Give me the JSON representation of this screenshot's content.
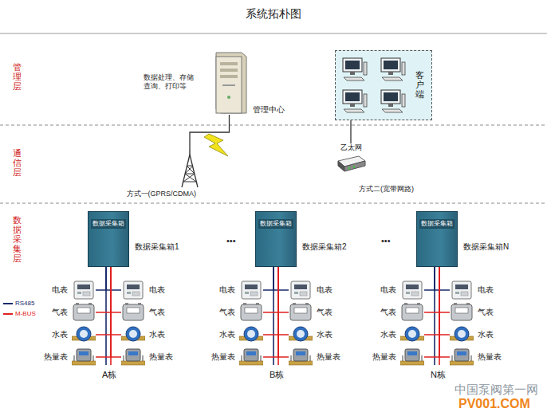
{
  "diagram": {
    "title": "系统拓朴图",
    "nodes": [
      {
        "text": [
          "管理中心"
        ]
      },
      {
        "text": [
          "客户端"
        ]
      },
      {
        "text": [
          "方式一(GPRS/CDMA)"
        ]
      },
      {
        "text": [
          "乙太网",
          "方式二(宽带网路)"
        ]
      },
      {
        "text": [
          "数据采集箱",
          "数据采集箱1"
        ]
      },
      {
        "text": [
          "数据采集箱",
          "数据采集箱2"
        ]
      },
      {
        "text": [
          "数据采集箱",
          "数据采集箱N"
        ]
      },
      {
        "text": [
          "电表"
        ]
      },
      {
        "text": [
          "电表"
        ]
      },
      {
        "text": [
          "气表"
        ]
      },
      {
        "text": [
          "气表"
        ]
      },
      {
        "text": [
          "水表"
        ]
      },
      {
        "text": [
          "水表"
        ]
      },
      {
        "text": [
          "热量表"
        ]
      },
      {
        "text": [
          "热量表"
        ]
      },
      {
        "text": [
          "电表"
        ]
      },
      {
        "text": [
          "电表"
        ]
      },
      {
        "text": [
          "气表"
        ]
      },
      {
        "text": [
          "气表"
        ]
      },
      {
        "text": [
          "水表"
        ]
      },
      {
        "text": [
          "水表"
        ]
      },
      {
        "text": [
          "热量表"
        ]
      },
      {
        "text": [
          "热量表"
        ]
      },
      {
        "text": [
          "电表"
        ]
      },
      {
        "text": [
          "电表"
        ]
      },
      {
        "text": [
          "气表"
        ]
      },
      {
        "text": [
          "气表"
        ]
      },
      {
        "text": [
          "水表"
        ]
      },
      {
        "text": [
          "水表"
        ]
      },
      {
        "text": [
          "热量表"
        ]
      },
      {
        "text": [
          "热量表"
        ]
      }
    ],
    "edges": [
      {
        "from": 2,
        "to": 0,
        "arrow": "none"
      },
      {
        "from": 3,
        "to": 1,
        "arrow": "none"
      },
      {
        "from": 4,
        "to": 7,
        "arrow": "none"
      },
      {
        "from": 4,
        "to": 8,
        "arrow": "none"
      },
      {
        "from": 4,
        "to": 9,
        "arrow": "none"
      },
      {
        "from": 4,
        "to": 10,
        "arrow": "none"
      },
      {
        "from": 4,
        "to": 11,
        "arrow": "none"
      },
      {
        "from": 4,
        "to": 12,
        "arrow": "none"
      },
      {
        "from": 4,
        "to": 13,
        "arrow": "none"
      },
      {
        "from": 4,
        "to": 14,
        "arrow": "none"
      },
      {
        "from": 5,
        "to": 15,
        "arrow": "none"
      },
      {
        "from": 5,
        "to": 16,
        "arrow": "none"
      },
      {
        "from": 5,
        "to": 17,
        "arrow": "none"
      },
      {
        "from": 5,
        "to": 18,
        "arrow": "none"
      },
      {
        "from": 5,
        "to": 19,
        "arrow": "none"
      },
      {
        "from": 5,
        "to": 20,
        "arrow": "none"
      },
      {
        "from": 5,
        "to": 21,
        "arrow": "none"
      },
      {
        "from": 5,
        "to": 22,
        "arrow": "none"
      },
      {
        "from": 6,
        "to": 23,
        "arrow": "none"
      },
      {
        "from": 6,
        "to": 24,
        "arrow": "none"
      },
      {
        "from": 6,
        "to": 25,
        "arrow": "none"
      },
      {
        "from": 6,
        "to": 26,
        "arrow": "none"
      },
      {
        "from": 6,
        "to": 27,
        "arrow": "none"
      },
      {
        "from": 6,
        "to": 28,
        "arrow": "none"
      },
      {
        "from": 6,
        "to": 29,
        "arrow": "none"
      },
      {
        "from": 6,
        "to": 30,
        "arrow": "none"
      }
    ],
    "labels": [
      "管理层",
      "通信层",
      "数据采集层",
      "数据处理、存储 查询、打印等",
      "•••",
      "•••",
      "A栋",
      "B栋",
      "N栋",
      "中国泵阀第一网",
      "PV001.COM"
    ],
    "legend": [
      {
        "text": "RS485"
      },
      {
        "text": "M-BUS"
      }
    ]
  }
}
